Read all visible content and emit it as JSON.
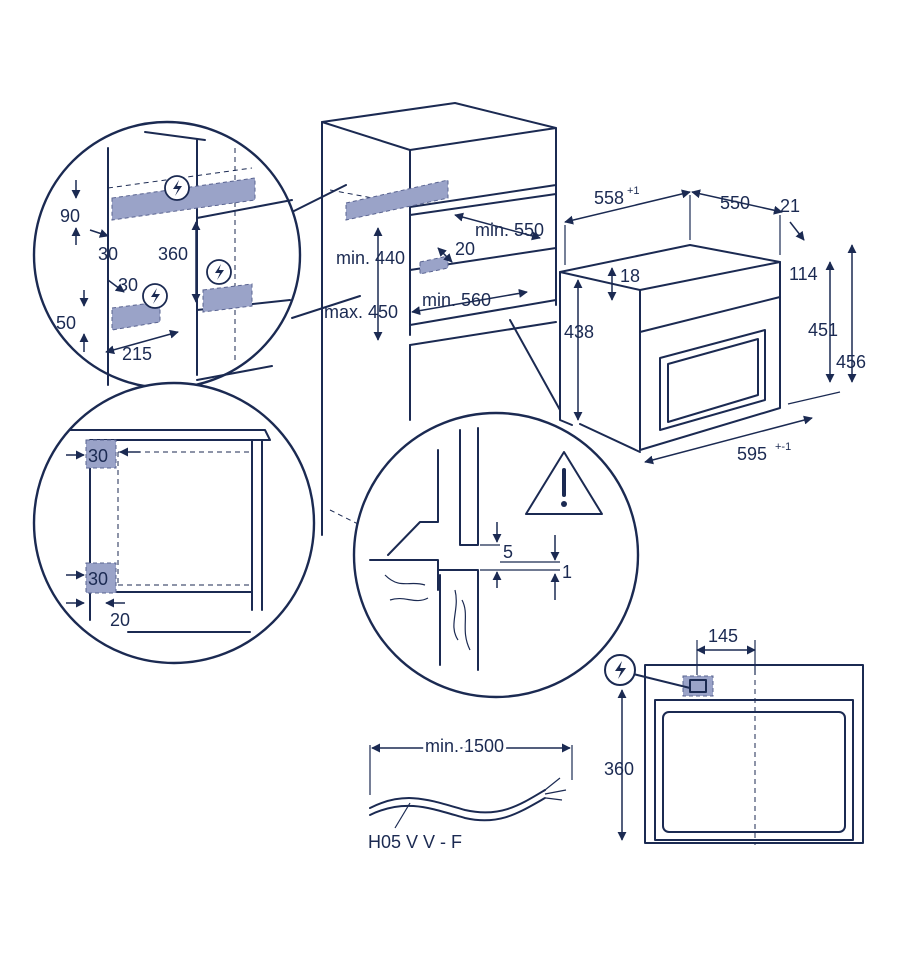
{
  "dims": {
    "d558": "558",
    "d558_sup": "+1",
    "d550": "550",
    "d21": "21",
    "d18": "18",
    "d114": "114",
    "d438": "438",
    "d451": "451",
    "d456": "456",
    "d595": "595",
    "d595_sup": "+-1",
    "min550": "min. 550",
    "d20a": "20",
    "min440": "min. 440",
    "max450": "max. 450",
    "min560": "min. 560",
    "d90": "90",
    "d30a": "30",
    "d360a": "360",
    "d30b": "30",
    "d50": "50",
    "d215": "215",
    "d30c": "30",
    "d30d": "30",
    "d20b": "20",
    "d5": "5",
    "d1": "1",
    "d145": "145",
    "d360b": "360",
    "min1500": "min. 1500",
    "cable": "H05 V V - F"
  },
  "icons": [
    "electric-hazard-icon",
    "warning-triangle-icon"
  ],
  "colors": {
    "line": "#1b2a52",
    "zone": "#9aa3c8"
  }
}
